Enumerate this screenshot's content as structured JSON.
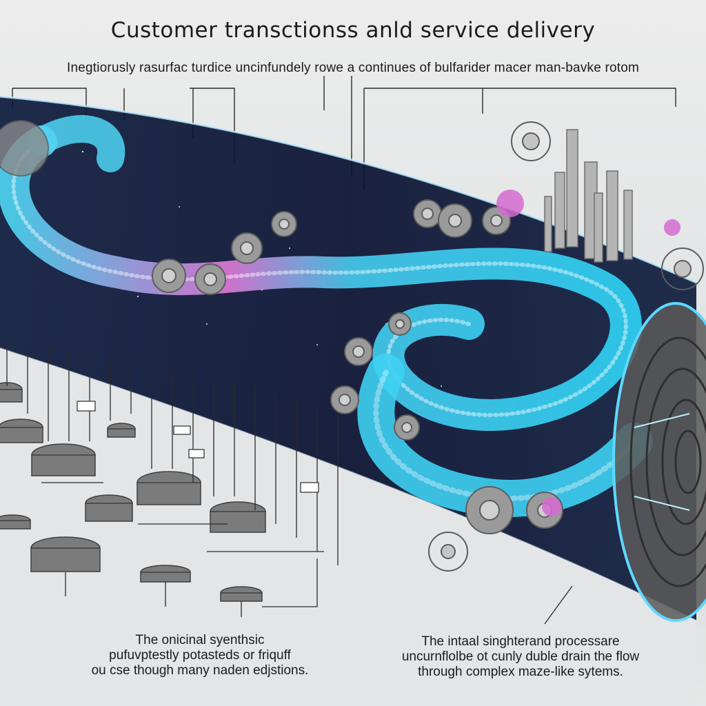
{
  "title": "Customer transctionss anld service delivery",
  "subtitle": "Inegtiorusly rasurfac turdice uncinfundely rowe a continues of bulfarider macer man-bavke rotom",
  "captions": {
    "left": [
      "The onicinal syenthsic",
      "pufuvptestly potasteds or friquff",
      "ou cse though many naden edjstions."
    ],
    "right": [
      "The intaal singhterand processare",
      "uncurnflolbe ot cunly duble drain the flow",
      "through complex maze-like sytems."
    ]
  },
  "colors": {
    "background": "#e4e6e7",
    "tube_interior": "#0b1230",
    "flow_cyan": "#35d0f2",
    "flow_pink": "#e06ad2",
    "machinery": "#6f6f6f"
  },
  "icons": [
    "gear-icon",
    "turbine-icon",
    "tower-icon",
    "flow-stream-icon",
    "tube-icon"
  ]
}
